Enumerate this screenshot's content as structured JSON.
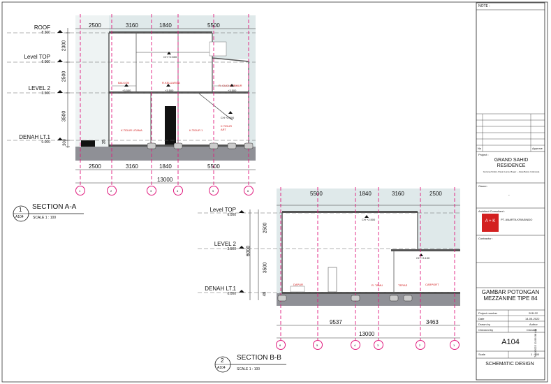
{
  "section_a": {
    "dims_top": [
      "2500",
      "3160",
      "1840",
      "5500"
    ],
    "dims_bottom": [
      "2500",
      "3160",
      "1840",
      "5500"
    ],
    "total": "13000",
    "levels": [
      {
        "name": "ROOF",
        "elev": "8.300"
      },
      {
        "name": "Level TOP",
        "elev": "6.000"
      },
      {
        "name": "LEVEL 2",
        "elev": "3.500"
      },
      {
        "name": "DENAH LT.1",
        "elev": "0.000"
      }
    ],
    "vert_dims": [
      "2300",
      "2500",
      "3500",
      "300"
    ],
    "grid_ids": [
      "1",
      "2",
      "3",
      "4",
      "5",
      "6"
    ],
    "rooms": {
      "balkon": "BALKON",
      "r_keluarga": "R.KELUARGA",
      "r_cuci_jemur": "R. CUCI & JEMUR",
      "k_tidur_utama": "K.TIDUR UTAMA",
      "k_tidur_1": "K.TIDUR 1",
      "k_tidur_art": "K.TIDUR ART"
    },
    "ch_labels": [
      "CH +2.500",
      "CH +2.500",
      "CH +2.500"
    ],
    "floor_marks": [
      "+3.500",
      "+3.500",
      "+3.500"
    ],
    "title": "SECTION A-A",
    "number": "1",
    "sheet_ref": "A104",
    "scale": "SCALE  1 : 100",
    "step_mark": "35"
  },
  "section_b": {
    "dims_top": [
      "5500",
      "1840",
      "3160",
      "2500"
    ],
    "dims_bottom": [
      "9537",
      "3463"
    ],
    "total": "13000",
    "levels": [
      {
        "name": "Level TOP",
        "elev": "6.000"
      },
      {
        "name": "LEVEL 2",
        "elev": "3.500"
      },
      {
        "name": "DENAH LT.1",
        "elev": "0.000"
      }
    ],
    "vert_dims": [
      "2500",
      "3500",
      "6000",
      "48"
    ],
    "grid_ids": [
      "6",
      "5",
      "4",
      "3",
      "2",
      "1"
    ],
    "rooms": {
      "dapur": "DAPUR",
      "r_tamu": "R. TAMU",
      "teras": "TERAS",
      "carport": "CARPORT"
    },
    "ch_labels": [
      "CH +2.500",
      "CH +3.100"
    ],
    "title": "SECTION B-B",
    "number": "2",
    "sheet_ref": "A104",
    "scale": "SCALE  1 : 100"
  },
  "title_block": {
    "note": "NOTE :",
    "rev_header": {
      "no": "No",
      "date": "Approve"
    },
    "project_label": "Project :",
    "project_name": "GRAND SAHID RESIDENCE",
    "project_address": "Gunung Sindur, Pasar Lama, Bogor – Jawa Barat, Indonesia",
    "owner_label": "Owner :",
    "owner_value": "-",
    "consultant_label": "Architect Consultant :",
    "consultant_logo": "A + K",
    "consultant_name": "PT. ANARTA KRIASINDO",
    "contractor_label": "Contractor :",
    "drawing_title": "GAMBAR POTONGAN MEZZANINE TIPE 84",
    "fields": [
      {
        "label": "Project number",
        "value": "201122"
      },
      {
        "label": "Date",
        "value": "14-05-2022"
      },
      {
        "label": "Drawn by",
        "value": "Author"
      },
      {
        "label": "Checked by",
        "value": "Checker"
      }
    ],
    "sheet_number": "A104",
    "scale_label": "Scale",
    "scale_value": "1 : 100",
    "stage": "SCHEMATIC DESIGN",
    "timestamp": "7/21/2022 11:56:38 AM"
  },
  "colors": {
    "grid": "#e0197d",
    "sky": "#dfe9ea",
    "ground": "#8f9096",
    "red_text": "#d11a1a"
  }
}
